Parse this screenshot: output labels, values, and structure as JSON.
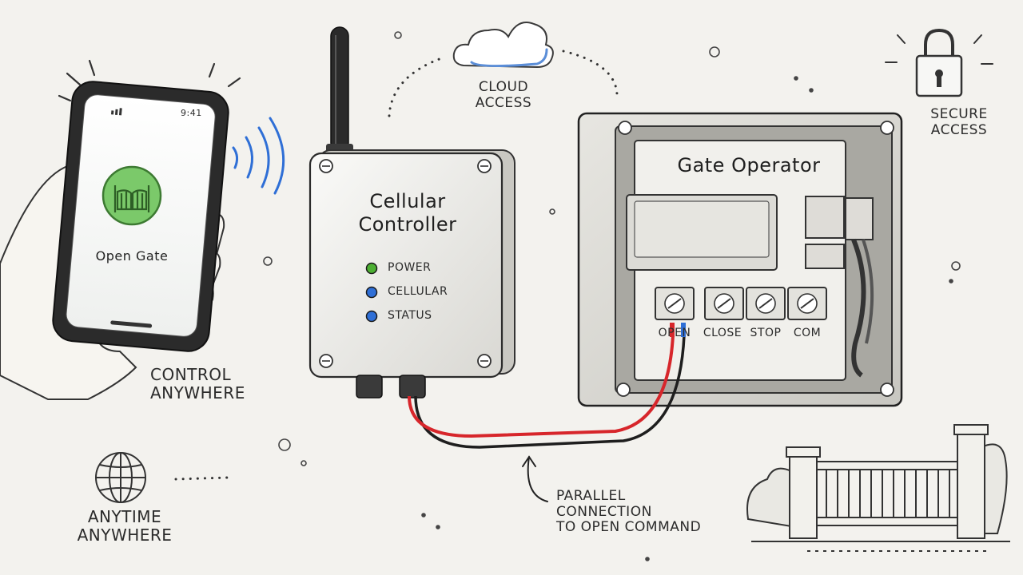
{
  "colors": {
    "paper": "#f3f2ee",
    "ink": "#2a2a2a",
    "signal_blue": "#2f6fd6",
    "cloud_blue": "#5b8ed8",
    "gate_icon_green": "#7bc96a",
    "led_green": "#4caf32",
    "led_blue": "#2f6fd6",
    "wire_red": "#d7262b",
    "wire_black": "#1e1e1e"
  },
  "phone": {
    "time": "9:41",
    "button_label": "Open Gate",
    "button_icon": "gate-icon"
  },
  "labels": {
    "control_anywhere": [
      "CONTROL",
      "ANYWHERE"
    ],
    "anytime_anywhere": [
      "ANYTIME",
      "ANYWHERE"
    ],
    "cloud_access": [
      "CLOUD",
      "ACCESS"
    ],
    "secure_access": [
      "SECURE",
      "ACCESS"
    ],
    "parallel_connection": [
      "PARALLEL",
      "CONNECTION",
      "TO OPEN COMMAND"
    ]
  },
  "controller": {
    "title_lines": [
      "Cellular",
      "Controller"
    ],
    "leds": [
      {
        "label": "POWER",
        "color": "#4caf32"
      },
      {
        "label": "CELLULAR",
        "color": "#2f6fd6"
      },
      {
        "label": "STATUS",
        "color": "#2f6fd6"
      }
    ]
  },
  "gate_operator": {
    "title": "Gate Operator",
    "terminals": [
      "OPEN",
      "CLOSE",
      "STOP",
      "COM"
    ]
  },
  "icons": [
    "cloud-icon",
    "lock-icon",
    "globe-icon",
    "antenna-icon",
    "gate-illustration"
  ]
}
